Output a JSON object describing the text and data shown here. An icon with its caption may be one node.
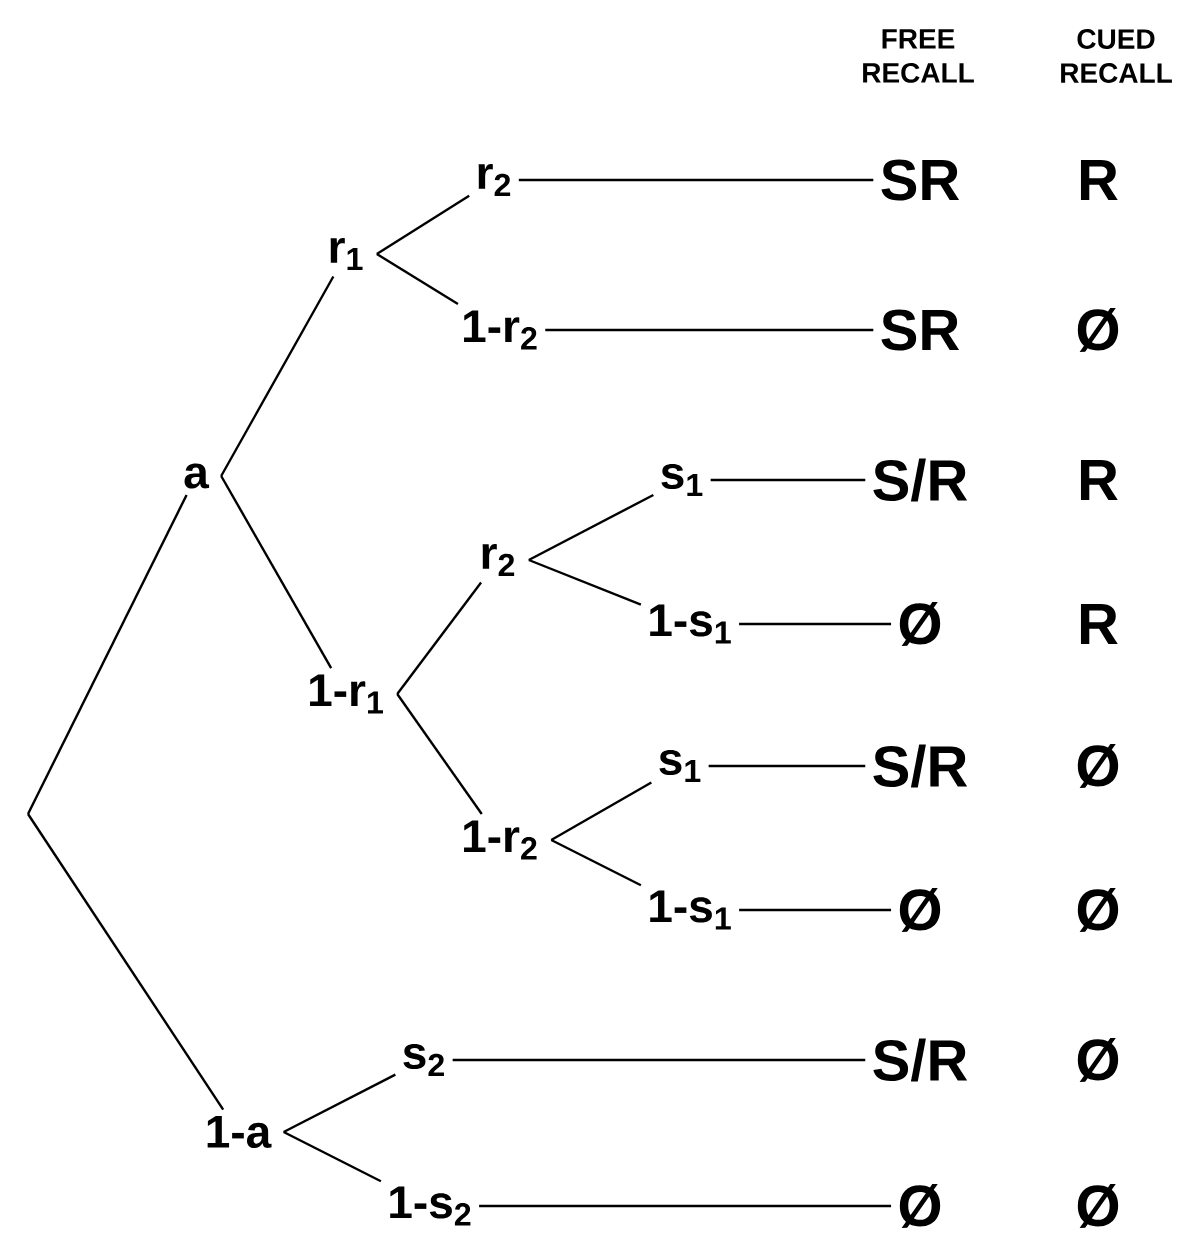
{
  "diagram": {
    "nodes": [
      {
        "text": [
          "a"
        ]
      },
      {
        "text": [
          "r$_{1}$"
        ]
      },
      {
        "text": [
          "r$_{2}$"
        ]
      },
      {
        "text": [
          "1-r$_{2}$"
        ]
      },
      {
        "text": [
          "SR"
        ],
        "beside": [
          "R"
        ]
      },
      {
        "text": [
          "SR"
        ],
        "beside": [
          "Ø"
        ]
      },
      {
        "text": [
          "1-r$_{1}$"
        ]
      },
      {
        "text": [
          "r$_{2}$"
        ]
      },
      {
        "text": [
          "s$_{1}$"
        ]
      },
      {
        "text": [
          "S/R"
        ],
        "beside": [
          "R"
        ]
      },
      {
        "text": [
          "1-s$_{1}$"
        ]
      },
      {
        "text": [
          "Ø"
        ],
        "beside": [
          "R"
        ]
      },
      {
        "text": [
          "1-r$_{2}$"
        ]
      },
      {
        "text": [
          "s$_{1}$"
        ]
      },
      {
        "text": [
          "S/R"
        ],
        "beside": [
          "Ø"
        ]
      },
      {
        "text": [
          "1-s$_{1}$"
        ]
      },
      {
        "text": [
          "Ø"
        ],
        "beside": [
          "Ø"
        ]
      },
      {
        "text": [
          "1-a"
        ]
      },
      {
        "text": [
          "s$_{2}$"
        ]
      },
      {
        "text": [
          "S/R"
        ],
        "beside": [
          "Ø"
        ]
      },
      {
        "text": [
          "1-s$_{2}$"
        ]
      },
      {
        "text": [
          "Ø"
        ],
        "beside": [
          "Ø"
        ]
      }
    ],
    "edges": [
      {
        "from": null,
        "to": 0,
        "arrow": "none"
      },
      {
        "from": null,
        "to": 17,
        "arrow": "none"
      },
      {
        "from": 0,
        "to": 1,
        "arrow": "none"
      },
      {
        "from": 0,
        "to": 6,
        "arrow": "none"
      },
      {
        "from": 1,
        "to": 2,
        "arrow": "none"
      },
      {
        "from": 1,
        "to": 3,
        "arrow": "none"
      },
      {
        "from": 2,
        "to": 4,
        "arrow": "none"
      },
      {
        "from": 3,
        "to": 5,
        "arrow": "none"
      },
      {
        "from": 6,
        "to": 7,
        "arrow": "none"
      },
      {
        "from": 6,
        "to": 12,
        "arrow": "none"
      },
      {
        "from": 7,
        "to": 8,
        "arrow": "none"
      },
      {
        "from": 7,
        "to": 10,
        "arrow": "none"
      },
      {
        "from": 8,
        "to": 9,
        "arrow": "none"
      },
      {
        "from": 10,
        "to": 11,
        "arrow": "none"
      },
      {
        "from": 12,
        "to": 13,
        "arrow": "none"
      },
      {
        "from": 12,
        "to": 15,
        "arrow": "none"
      },
      {
        "from": 13,
        "to": 14,
        "arrow": "none"
      },
      {
        "from": 15,
        "to": 16,
        "arrow": "none"
      },
      {
        "from": 17,
        "to": 18,
        "arrow": "none"
      },
      {
        "from": 17,
        "to": 20,
        "arrow": "none"
      },
      {
        "from": 18,
        "to": 19,
        "arrow": "none"
      },
      {
        "from": 20,
        "to": 21,
        "arrow": "none"
      }
    ],
    "labels": [
      "FREE RECALL",
      "CUED RECALL"
    ]
  }
}
